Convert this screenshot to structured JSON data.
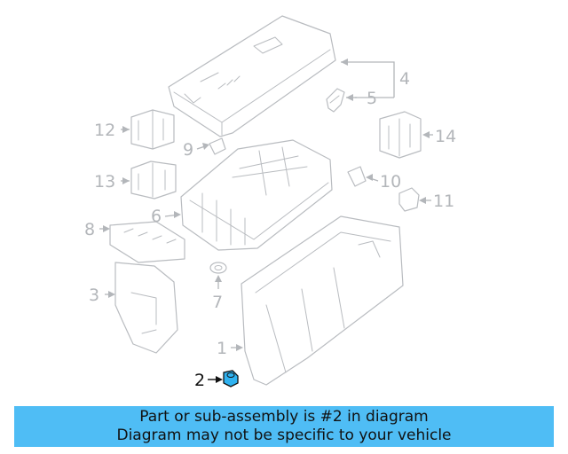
{
  "diagram": {
    "callouts": [
      "1",
      "2",
      "3",
      "4",
      "5",
      "6",
      "7",
      "8",
      "9",
      "10",
      "11",
      "12",
      "13",
      "14"
    ],
    "highlight_color": "#111111",
    "callout_color": "#b3b6ba",
    "part_outline_color": "#b9bcc0",
    "highlighted_part_color": "#2fb2f0"
  },
  "banner": {
    "line1": "Part or sub-assembly is #2 in diagram",
    "line2": "Diagram may not be specific to your vehicle",
    "background": "#4fbdf5"
  }
}
